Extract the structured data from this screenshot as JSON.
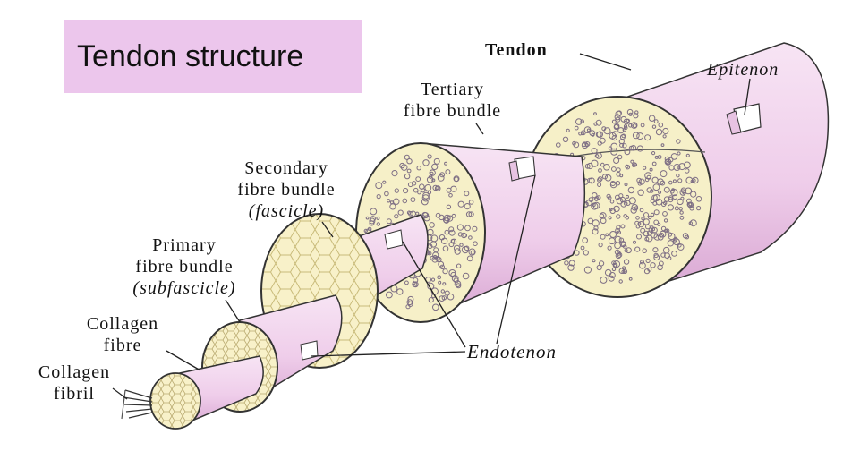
{
  "diagram": {
    "title": "Tendon structure",
    "labels": {
      "tendon": "Tendon",
      "epitenon": "Epitenon",
      "tertiary_line1": "Tertiary",
      "tertiary_line2": "fibre bundle",
      "secondary_line1": "Secondary",
      "secondary_line2": "fibre bundle",
      "secondary_line3": "(fascicle)",
      "primary_line1": "Primary",
      "primary_line2": "fibre bundle",
      "primary_line3": "(subfascicle)",
      "collagen_fibre_line1": "Collagen",
      "collagen_fibre_line2": "fibre",
      "collagen_fibril_line1": "Collagen",
      "collagen_fibril_line2": "fibril",
      "endotenon": "Endotenon"
    },
    "colors": {
      "sheath": "#f2d4ee",
      "sheath_shade": "#d9a9d3",
      "cross_section": "#f6f0c8",
      "fibre_cluster": "#8a7a8f",
      "title_background": "#ecc6ec"
    }
  }
}
